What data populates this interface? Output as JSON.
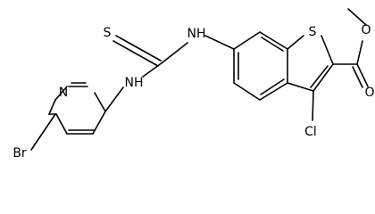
{
  "molecule": {
    "atom_labels": {
      "br": "Br",
      "n_pyridine": "N",
      "nh_left": "NH",
      "s_thione": "S",
      "nh_right": "NH",
      "s_thiophene": "S",
      "cl": "Cl",
      "o_carbonyl": "O",
      "o_ester": "O"
    }
  }
}
